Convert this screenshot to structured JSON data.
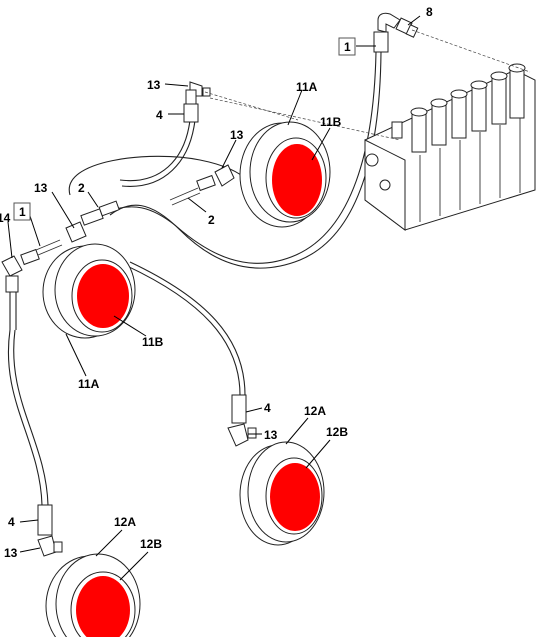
{
  "callouts": {
    "c8": "8",
    "c1_top": "1",
    "c13_a": "13",
    "c4_a": "4",
    "c11A_top": "11A",
    "c11B_top": "11B",
    "c13_b": "13",
    "c2_a": "2",
    "c2_b": "2",
    "c13_c": "13",
    "c14": "14",
    "c1_left": "1",
    "c11B_left": "11B",
    "c11A_left": "11A",
    "c4_b": "4",
    "c12A_mid": "12A",
    "c13_d": "13",
    "c12B_mid": "12B",
    "c4_c": "4",
    "c12A_bot": "12A",
    "c13_e": "13",
    "c12B_bot": "12B"
  },
  "colors": {
    "motor_face": "#ff0000",
    "line": "#222222",
    "background": "#ffffff"
  }
}
